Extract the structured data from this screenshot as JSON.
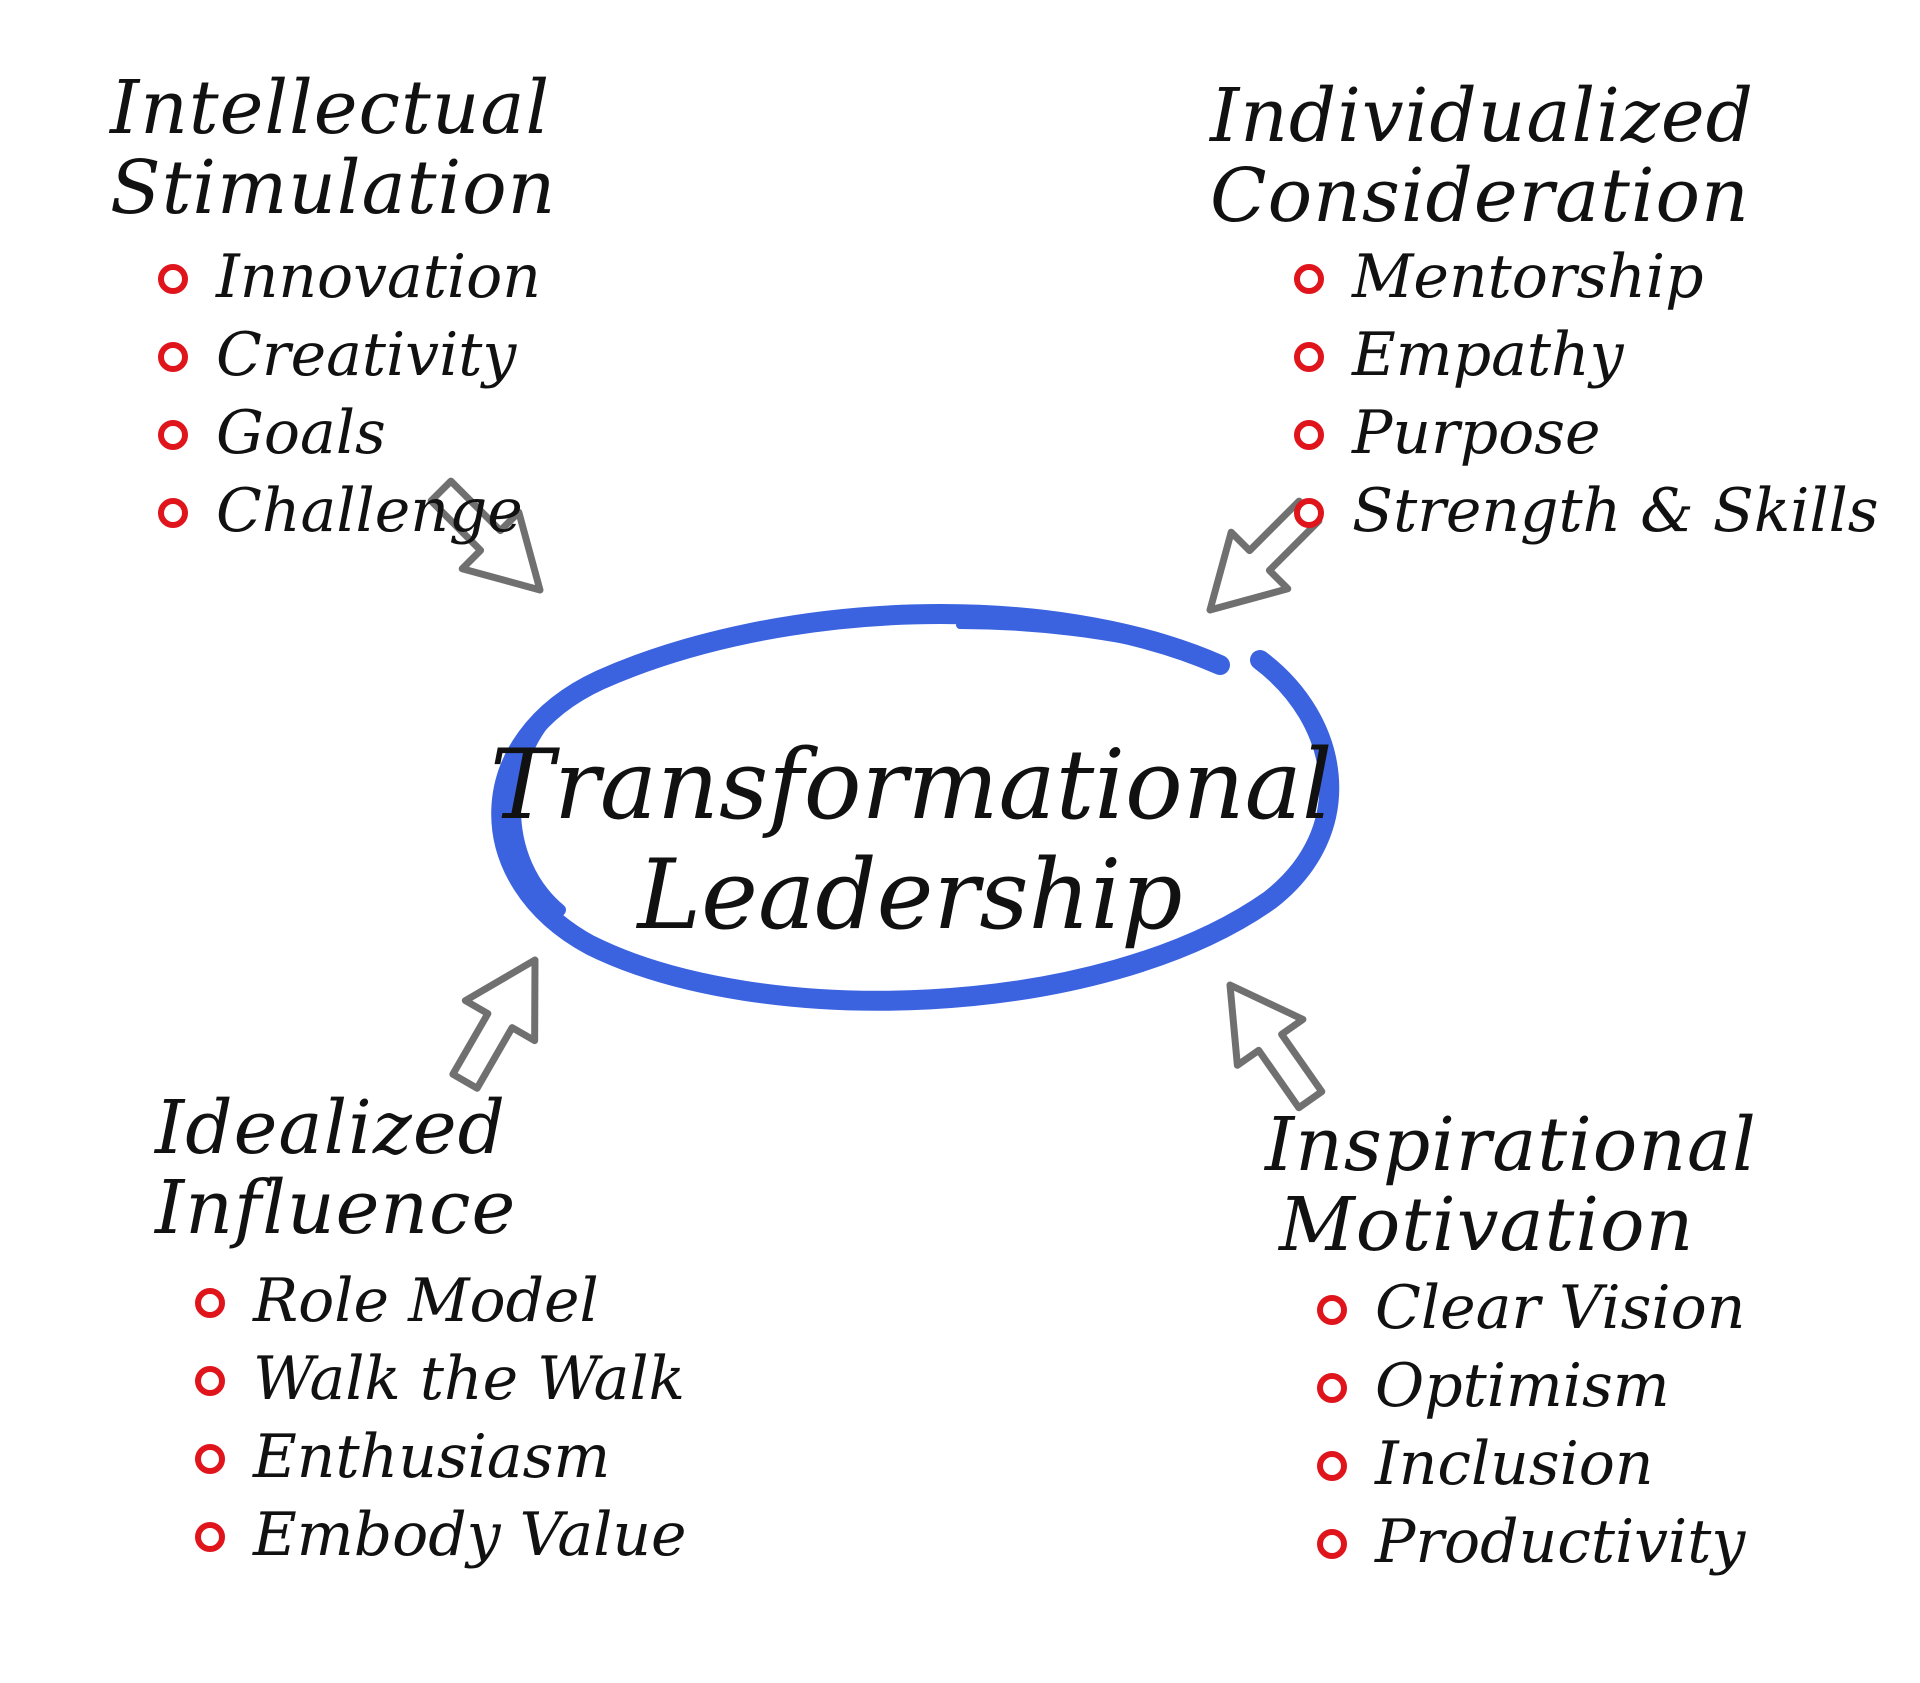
{
  "center": {
    "line1": "Transformational",
    "line2": "Leadership"
  },
  "quadrants": {
    "top_left": {
      "heading_line1": "Intellectual",
      "heading_line2": "Stimulation",
      "items": [
        "Innovation",
        "Creativity",
        "Goals",
        "Challenge"
      ]
    },
    "top_right": {
      "heading_line1": "Individualized",
      "heading_line2": "Consideration",
      "items": [
        "Mentorship",
        "Empathy",
        "Purpose",
        "Strength & Skills"
      ]
    },
    "bottom_left": {
      "heading_line1": "Idealized",
      "heading_line2": "Influence",
      "items": [
        "Role Model",
        "Walk the Walk",
        "Enthusiasm",
        "Embody Value"
      ]
    },
    "bottom_right": {
      "heading_line1": "Inspirational",
      "heading_line2": "Motivation",
      "items": [
        "Clear Vision",
        "Optimism",
        "Inclusion",
        "Productivity"
      ]
    }
  },
  "colors": {
    "ellipse": "#3b63e0",
    "bullet": "#e0141b",
    "arrow": "#707070",
    "text": "#111111"
  },
  "icons": [
    "hand-drawn-ellipse",
    "cursor-arrow-icon",
    "circle-bullet-icon"
  ]
}
